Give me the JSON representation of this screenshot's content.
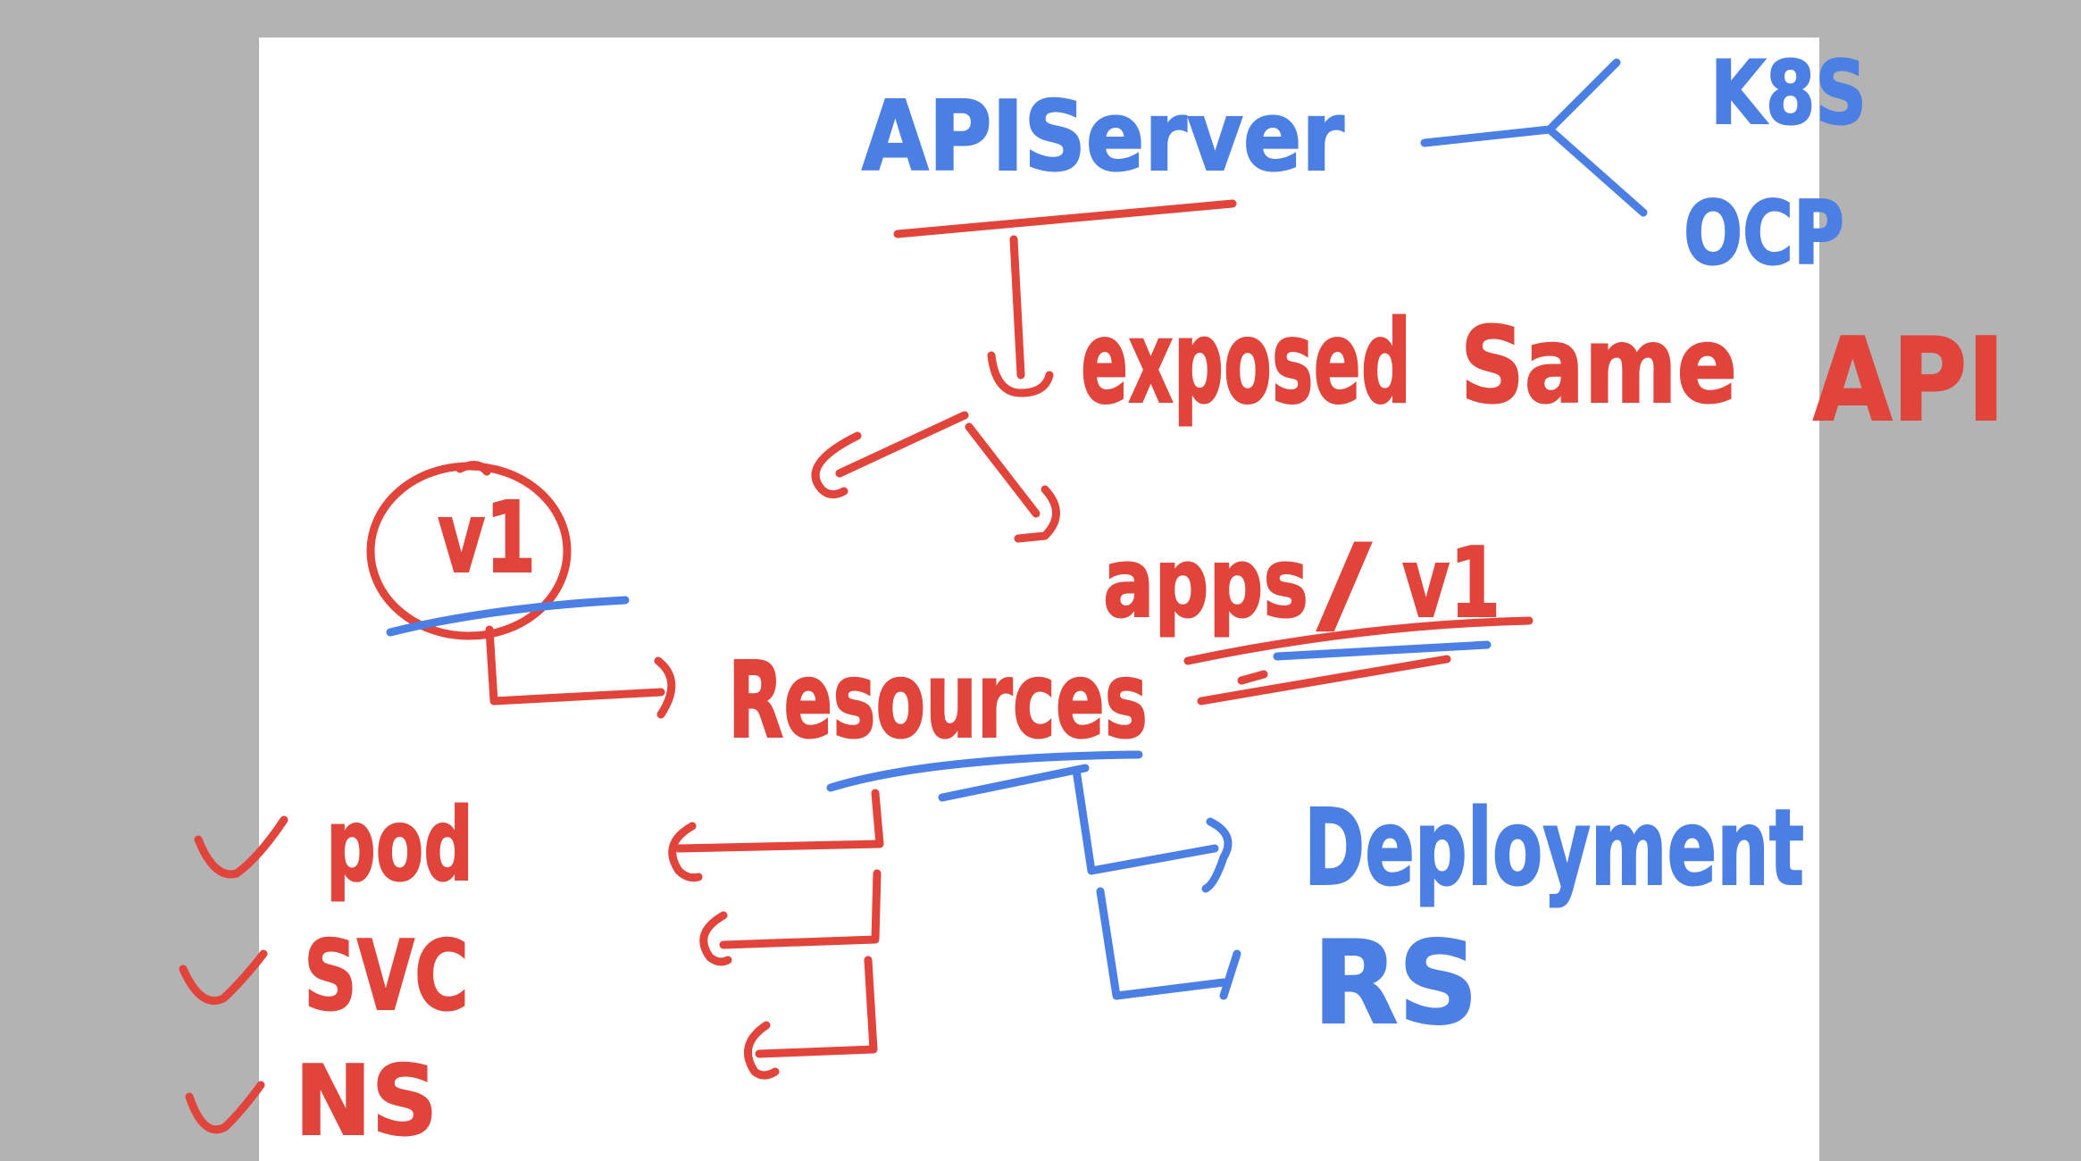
{
  "colors": {
    "ink_red": "#e0443a",
    "ink_blue": "#4c7fe4",
    "surround": "#b3b3b3",
    "page": "#ffffff"
  },
  "nodes": {
    "apiserver": "APIServer",
    "k8s": "K8S",
    "ocp": "OCP",
    "exposed": "exposed",
    "same": "Same",
    "api": "API",
    "v1": "v1",
    "apps": "apps",
    "apps_slash": "/",
    "apps_v1": "v1",
    "resources": "Resources",
    "pod": "pod",
    "svc": "SVC",
    "ns": "NS",
    "deployment": "Deployment",
    "rs": "RS"
  },
  "checkmarks": {
    "count": 3
  }
}
